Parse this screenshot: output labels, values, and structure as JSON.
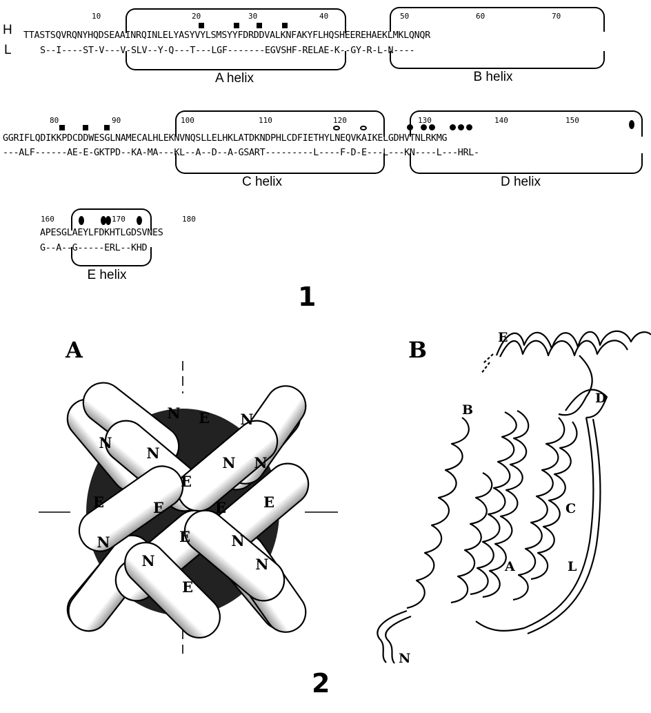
{
  "figure1": {
    "row_labels": {
      "h": "H",
      "l": "L"
    },
    "blocks": [
      {
        "numbers": [
          "10",
          "20",
          "30",
          "40",
          "50",
          "60",
          "70"
        ],
        "h_seq": "TTASTSQVRQNYHQDSEAAINRQINLELYASYVYLSMSYYFDRDDVALKNFAKYFLHQSHEEREHAEKLMKLQNQR",
        "l_seq": "S--I----ST-V---V-SLV--Y-Q---T---LGF-------EGVSHF-RELAE-K--GY-R-L-N----",
        "helices": [
          "A helix",
          "B helix"
        ]
      },
      {
        "numbers": [
          "80",
          "90",
          "100",
          "110",
          "120",
          "130",
          "140",
          "150"
        ],
        "h_seq": "GGRIFLQDIKKPDCDDWESGLNAMECALHLEKNVNQSLLELHKLATDKNDPHLCDFIETHYLNEQVKAIKELGDHVTNLRKMG",
        "l_seq": "---ALF------AE-E-GKTPD--KA-MA---KL--A--D--A-GSART---------L----F-D-E---L---KN----L---HRL-",
        "helices": [
          "C helix",
          "D helix"
        ]
      },
      {
        "numbers": [
          "160",
          "170",
          "180"
        ],
        "h_seq": "APESGLAEYLFDKHTLGDSVNES",
        "l_seq": "G--A--G-----ERL--KHD",
        "helices": [
          "E helix"
        ]
      }
    ],
    "number": "1"
  },
  "figure2": {
    "number": "2",
    "panel_a": {
      "label": "A",
      "subunit_labels": [
        "N",
        "E"
      ]
    },
    "panel_b": {
      "label": "B",
      "helix_labels": [
        "A",
        "B",
        "C",
        "D",
        "E"
      ],
      "loop_label": "L",
      "terminus_label": "N"
    }
  }
}
